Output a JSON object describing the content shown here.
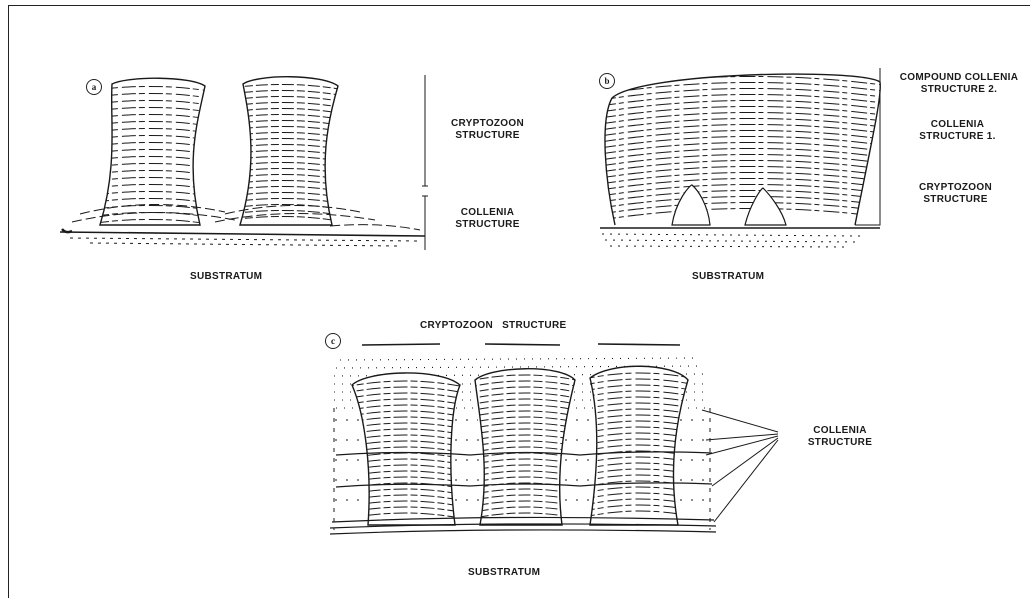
{
  "panel_a": {
    "letter": "a",
    "labels": {
      "cryptozoon": [
        "CRYPTOZOON",
        "STRUCTURE"
      ],
      "collenia": [
        "COLLENIA",
        "STRUCTURE"
      ],
      "substratum": "SUBSTRATUM"
    }
  },
  "panel_b": {
    "letter": "b",
    "labels": {
      "compound": [
        "COMPOUND COLLENIA",
        "STRUCTURE 2."
      ],
      "collenia1": [
        "COLLENIA",
        "STRUCTURE 1."
      ],
      "cryptozoon": [
        "CRYPTOZOON",
        "STRUCTURE"
      ],
      "substratum": "SUBSTRATUM"
    }
  },
  "panel_c": {
    "letter": "c",
    "labels": {
      "cryptozoon": "CRYPTOZOON  STRUCTURE",
      "collenia": [
        "COLLENIA",
        "STRUCTURE"
      ],
      "substratum": "SUBSTRATUM"
    }
  }
}
